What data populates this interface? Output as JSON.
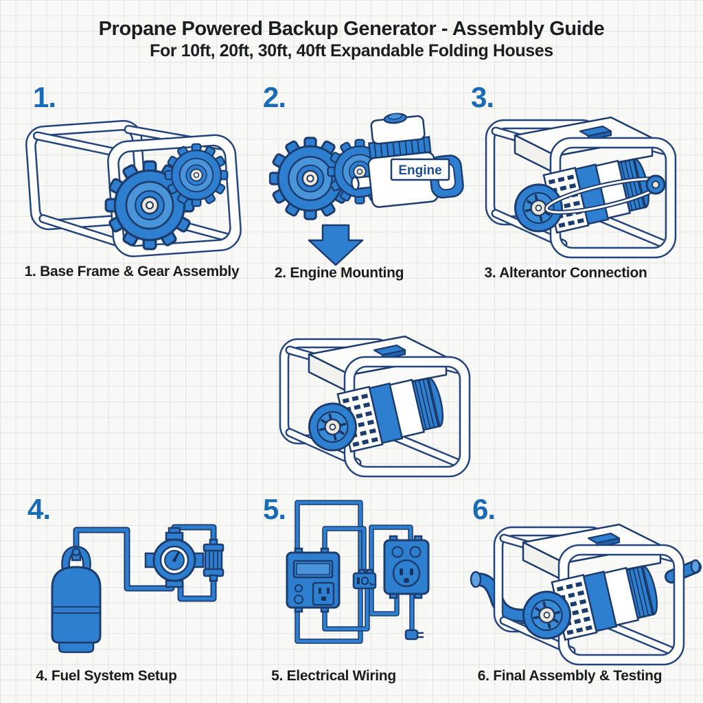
{
  "header": {
    "title": "Propane Powered Backup Generator - Assembly Guide",
    "subtitle": "For 10ft, 20ft, 30ft, 40ft Expandable Folding Houses"
  },
  "steps": [
    {
      "number": "1.",
      "label": "1. Base Frame & Gear Assembly",
      "illustration": "base-frame-with-two-gears"
    },
    {
      "number": "2.",
      "label": "2. Engine Mounting",
      "illustration": "gears-and-engine-block",
      "callout": "Engine"
    },
    {
      "number": "3.",
      "label": "3. Alterantor Connection",
      "illustration": "generator-with-belt-drive"
    },
    {
      "number": "4.",
      "label": "4. Fuel System Setup",
      "illustration": "propane-tank-regulator-filter"
    },
    {
      "number": "5.",
      "label": "5. Electrical Wiring",
      "illustration": "control-panel-and-outlet-wiring"
    },
    {
      "number": "6.",
      "label": "6. Final Assembly & Testing",
      "illustration": "generator-with-exhaust-pipes"
    }
  ],
  "center_illustration": "assembled-generator",
  "colors": {
    "accent_blue": "#2e7fd0",
    "outline_navy": "#1d3c6e",
    "number_blue": "#1a6ab5",
    "text": "#1d1e20",
    "background": "#f8f8f6",
    "grid": "#e4e4e1"
  }
}
